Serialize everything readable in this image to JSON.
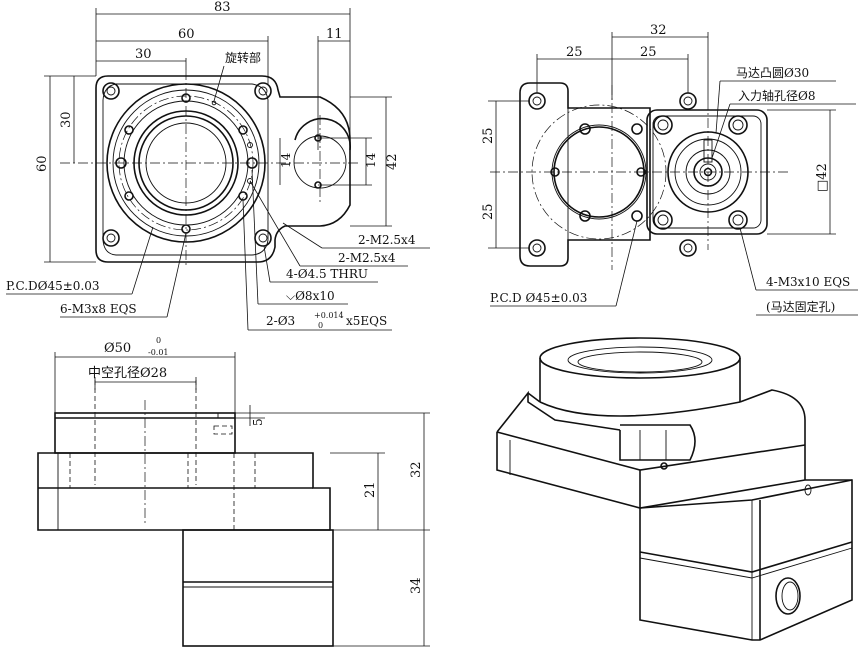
{
  "top_view": {
    "dims": {
      "overall_width": "83",
      "body_width": "60",
      "half_width": "30",
      "lug_width": "11",
      "height": "60",
      "half_height": "30",
      "slot_inner": "14",
      "slot_outer": "14",
      "lug_height": "42"
    },
    "rotating_part_label": "旋转部",
    "callouts": {
      "pcd": "P.C.DØ45±0.03",
      "tapped_holes": "6-M3x8 EQS",
      "m25_a": "2-M2.5x4",
      "m25_b": "2-M2.5x4",
      "thru_holes": "4-Ø4.5 THRU",
      "counterbore": "⌵Ø8x10",
      "dowel_prefix": "2-Ø3",
      "dowel_tol_upper": "+0.014",
      "dowel_tol_lower": "0",
      "dowel_suffix": "x5EQS"
    }
  },
  "right_view": {
    "dims": {
      "span": "32",
      "left_half": "25",
      "right_half": "25",
      "upper": "25",
      "lower": "25",
      "square": "□42"
    },
    "callouts": {
      "motor_boss": "马达凸圆Ø30",
      "input_shaft": "入力轴孔径Ø8",
      "pcd": "P.C.D Ø45±0.03",
      "motor_holes": "4-M3x10 EQS",
      "motor_holes_note": "(马达固定孔)"
    }
  },
  "side_view": {
    "dims": {
      "flange_dia": "Ø50",
      "flange_tol_upper": "0",
      "flange_tol_lower": "-0.01",
      "hollow_bore": "中空孔径Ø28",
      "step": "5",
      "housing": "21",
      "total": "32",
      "motor": "34"
    }
  }
}
